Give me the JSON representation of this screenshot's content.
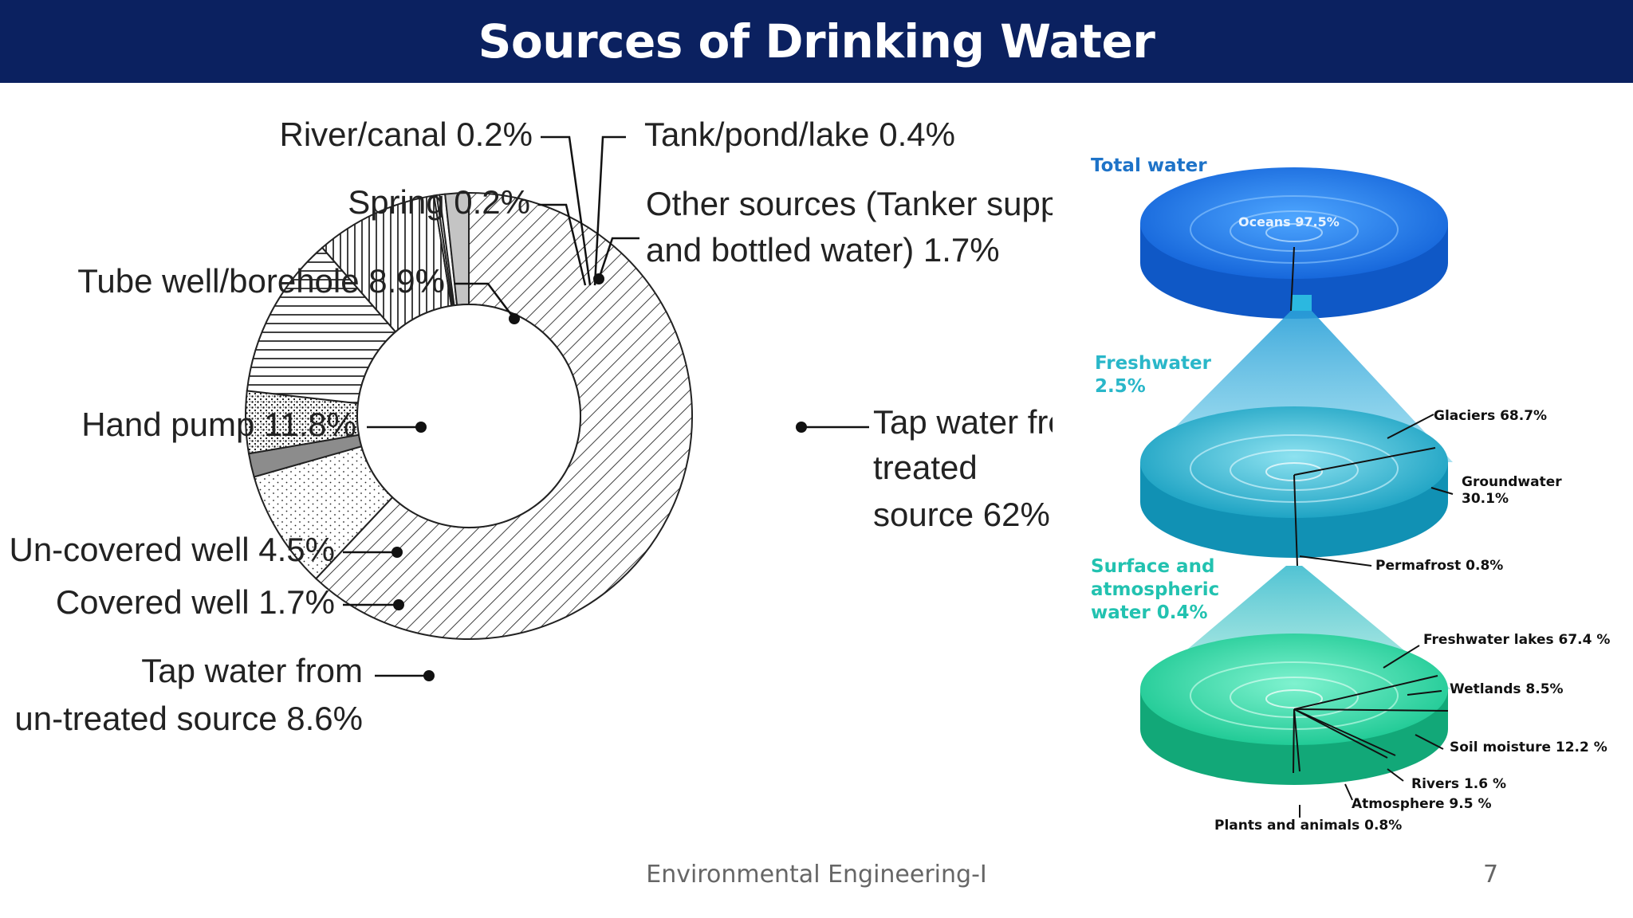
{
  "title": "Sources of Drinking Water",
  "footer": {
    "center": "Environmental Engineering-I",
    "page_number": "7"
  },
  "colors": {
    "title_bar": "#0b2160",
    "title_text": "#ffffff",
    "ocean_blue": "#1a78e0",
    "fresh_teal": "#25a8c8",
    "surface_green": "#22d3a0",
    "heading_teal": "#2ab7c9"
  },
  "chart_data": [
    {
      "type": "pie",
      "subtype": "donut",
      "slices": [
        {
          "key": "tap_treated",
          "label_lines": [
            "Tap water from",
            "treated",
            "source 62%"
          ],
          "value": 62,
          "pattern": "diagonal-hatch"
        },
        {
          "key": "tap_untreated",
          "label_lines": [
            "Tap water from",
            "un-treated source 8.6%"
          ],
          "value": 8.6,
          "pattern": "sparse-dots"
        },
        {
          "key": "covered_well",
          "label_lines": [
            "Covered well 1.7%"
          ],
          "value": 1.7,
          "pattern": "solid-gray"
        },
        {
          "key": "uncovered_well",
          "label_lines": [
            "Un-covered well 4.5%"
          ],
          "value": 4.5,
          "pattern": "dense-dots"
        },
        {
          "key": "hand_pump",
          "label_lines": [
            "Hand pump 11.8%"
          ],
          "value": 11.8,
          "pattern": "horizontal-lines"
        },
        {
          "key": "tube_well",
          "label_lines": [
            "Tube well/borehole 8.9%"
          ],
          "value": 8.9,
          "pattern": "vertical-lines"
        },
        {
          "key": "spring",
          "label_lines": [
            "Spring 0.2%"
          ],
          "value": 0.2,
          "pattern": "white"
        },
        {
          "key": "river_canal",
          "label_lines": [
            "River/canal 0.2%"
          ],
          "value": 0.2,
          "pattern": "white"
        },
        {
          "key": "tank_pond",
          "label_lines": [
            "Tank/pond/lake 0.4%"
          ],
          "value": 0.4,
          "pattern": "white"
        },
        {
          "key": "other",
          "label_lines": [
            "Other sources (Tanker supply",
            "and bottled water) 1.7%"
          ],
          "value": 1.7,
          "pattern": "light-gray"
        }
      ]
    },
    {
      "type": "infographic-breakdown",
      "levels": [
        {
          "heading": "Total water",
          "items": [
            {
              "label": "Oceans 97.5%",
              "value": 97.5
            }
          ]
        },
        {
          "heading_lines": [
            "Freshwater",
            "2.5%"
          ],
          "value": 2.5,
          "items": [
            {
              "label": "Glaciers 68.7%",
              "value": 68.7
            },
            {
              "label_lines": [
                "Groundwater",
                "30.1%"
              ],
              "value": 30.1
            },
            {
              "label": "Permafrost 0.8%",
              "value": 0.8
            }
          ]
        },
        {
          "heading_lines": [
            "Surface and",
            "atmospheric",
            "water 0.4%"
          ],
          "value": 0.4,
          "items": [
            {
              "label": "Freshwater lakes 67.4 %",
              "value": 67.4
            },
            {
              "label": "Wetlands 8.5%",
              "value": 8.5
            },
            {
              "label": "Soil moisture 12.2 %",
              "value": 12.2
            },
            {
              "label": "Rivers 1.6 %",
              "value": 1.6
            },
            {
              "label": "Atmosphere 9.5 %",
              "value": 9.5
            },
            {
              "label": "Plants and animals 0.8%",
              "value": 0.8
            }
          ]
        }
      ]
    }
  ]
}
